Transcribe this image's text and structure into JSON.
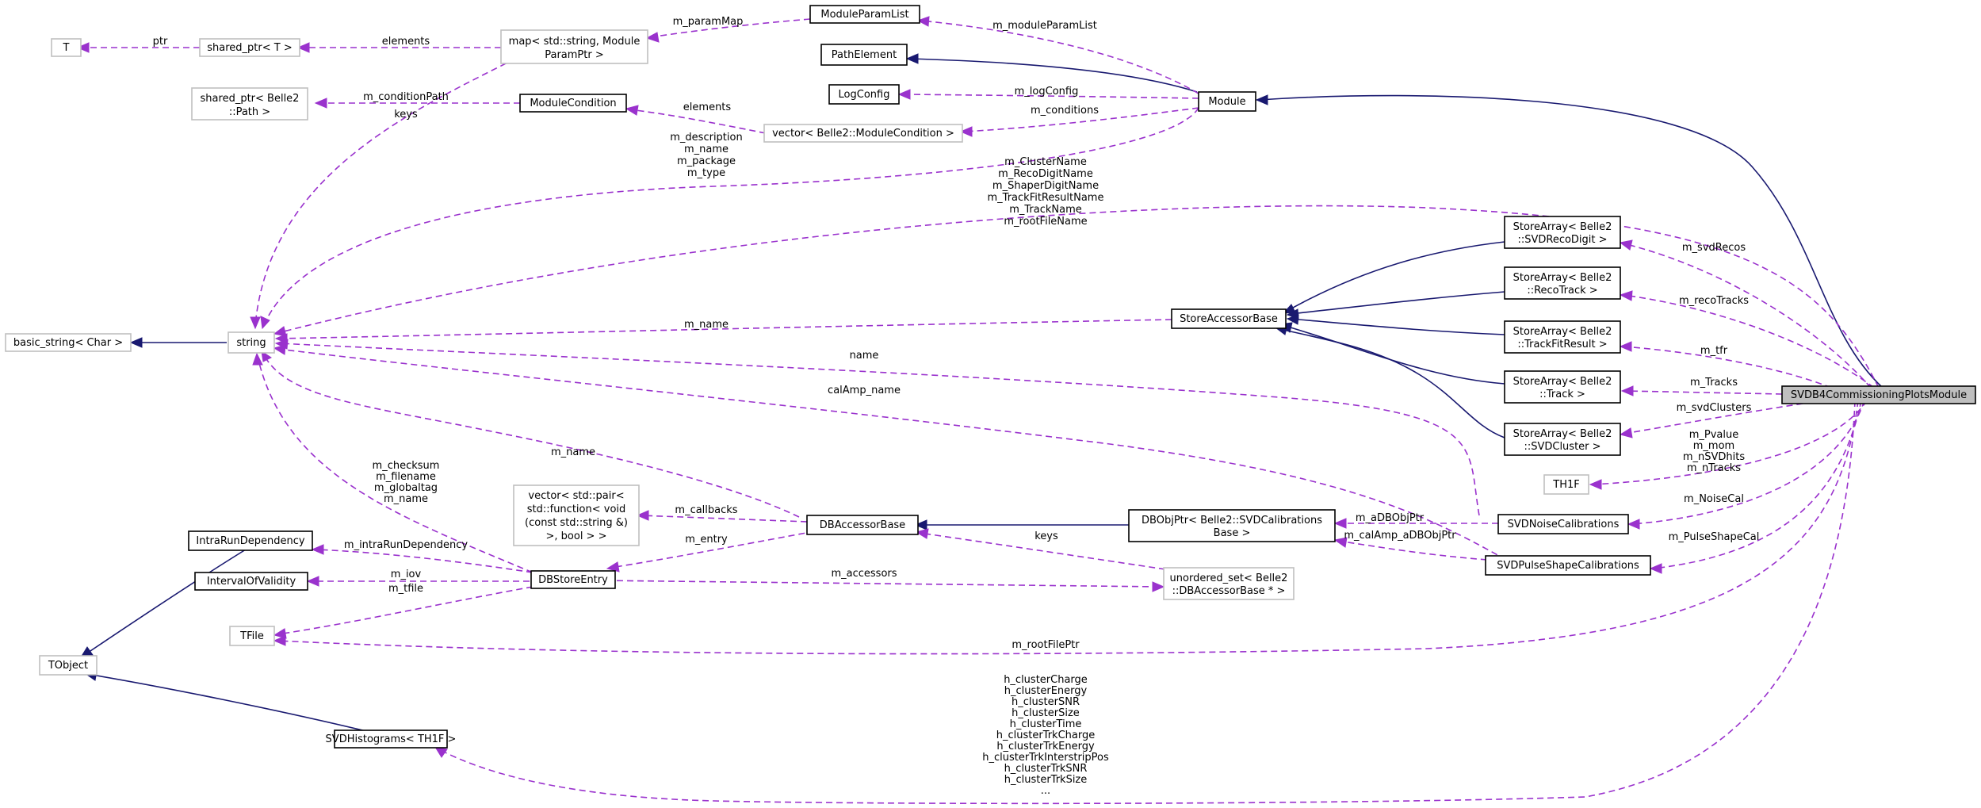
{
  "nodes": {
    "T": "T",
    "shared_ptr_T": "shared_ptr< T >",
    "map_param": [
      "map< std::string, Module",
      "ParamPtr >"
    ],
    "ModuleParamList": "ModuleParamList",
    "PathElement": "PathElement",
    "LogConfig": "LogConfig",
    "Module": "Module",
    "shared_ptr_path": [
      "shared_ptr< Belle2",
      "::Path >"
    ],
    "ModuleCondition": "ModuleCondition",
    "vector_modcond": "vector< Belle2::ModuleCondition >",
    "basic_string": "basic_string< Char >",
    "string": "string",
    "StoreAccessorBase": "StoreAccessorBase",
    "SA_SVDRecoDigit": [
      "StoreArray< Belle2",
      "::SVDRecoDigit >"
    ],
    "SA_RecoTrack": [
      "StoreArray< Belle2",
      "::RecoTrack >"
    ],
    "SA_TrackFitResult": [
      "StoreArray< Belle2",
      "::TrackFitResult >"
    ],
    "SA_Track": [
      "StoreArray< Belle2",
      "::Track >"
    ],
    "SA_SVDCluster": [
      "StoreArray< Belle2",
      "::SVDCluster >"
    ],
    "SVDB4": "SVDB4CommissioningPlotsModule",
    "TH1F": "TH1F",
    "vector_pair": [
      "vector< std::pair<",
      "std::function< void",
      "(const std::string &)",
      ">, bool > >"
    ],
    "DBAccessorBase": "DBAccessorBase",
    "DBObjPtr": [
      "DBObjPtr< Belle2::SVDCalibrations",
      "Base >"
    ],
    "SVDNoiseCalibrations": "SVDNoiseCalibrations",
    "SVDPulseShapeCalibrations": "SVDPulseShapeCalibrations",
    "IntraRunDependency": "IntraRunDependency",
    "IntervalOfValidity": "IntervalOfValidity",
    "DBStoreEntry": "DBStoreEntry",
    "unordered_set": [
      "unordered_set< Belle2",
      "::DBAccessorBase * >"
    ],
    "TFile": "TFile",
    "TObject": "TObject",
    "SVDHistograms": "SVDHistograms< TH1F >"
  },
  "edge_labels": {
    "ptr": "ptr",
    "elements_map": "elements",
    "m_paramMap": "m_paramMap",
    "m_moduleParamList": "m_moduleParamList",
    "m_logConfig": "m_logConfig",
    "m_conditionPath": "m_conditionPath",
    "elements_vec": "elements",
    "m_conditions": "m_conditions",
    "keys_map": "keys",
    "module_strings": [
      "m_description",
      "m_name",
      "m_package",
      "m_type"
    ],
    "svdb4_strings": [
      "m_ClusterName",
      "m_RecoDigitName",
      "m_ShaperDigitName",
      "m_TrackFitResultName",
      "m_TrackName",
      "m_rootFileName"
    ],
    "m_svdRecos": "m_svdRecos",
    "m_recoTracks": "m_recoTracks",
    "m_tfr": "m_tfr",
    "m_Tracks": "m_Tracks",
    "m_svdClusters": "m_svdClusters",
    "m_name_sab": "m_name",
    "name": "name",
    "calAmp_name": "calAmp_name",
    "th1f_members": [
      "m_Pvalue",
      "m_mom",
      "m_nSVDhits",
      "m_nTracks"
    ],
    "m_NoiseCal": "m_NoiseCal",
    "m_PulseShapeCal": "m_PulseShapeCal",
    "m_name_dbab": "m_name",
    "dbse_strings": [
      "m_checksum",
      "m_filename",
      "m_globaltag",
      "m_name"
    ],
    "m_callbacks": "m_callbacks",
    "m_entry": "m_entry",
    "m_aDBObjPtr": "m_aDBObjPtr",
    "m_calAmp_aDBObjPtr": "m_calAmp_aDBObjPtr",
    "keys_set": "keys",
    "m_intraRunDependency": "m_intraRunDependency",
    "m_iov": "m_iov",
    "m_tfile": "m_tfile",
    "m_accessors": "m_accessors",
    "m_rootFilePtr": "m_rootFilePtr",
    "hist_members": [
      "h_clusterCharge",
      "h_clusterEnergy",
      "h_clusterSNR",
      "h_clusterSize",
      "h_clusterTime",
      "h_clusterTrkCharge",
      "h_clusterTrkEnergy",
      "h_clusterTrkInterstripPos",
      "h_clusterTrkSNR",
      "h_clusterTrkSize",
      "..."
    ]
  },
  "colors": {
    "inheritance": "#191970",
    "association": "#9a32cd",
    "focus_fill": "#bfbfbf",
    "external_border": "#bfbfbf"
  }
}
